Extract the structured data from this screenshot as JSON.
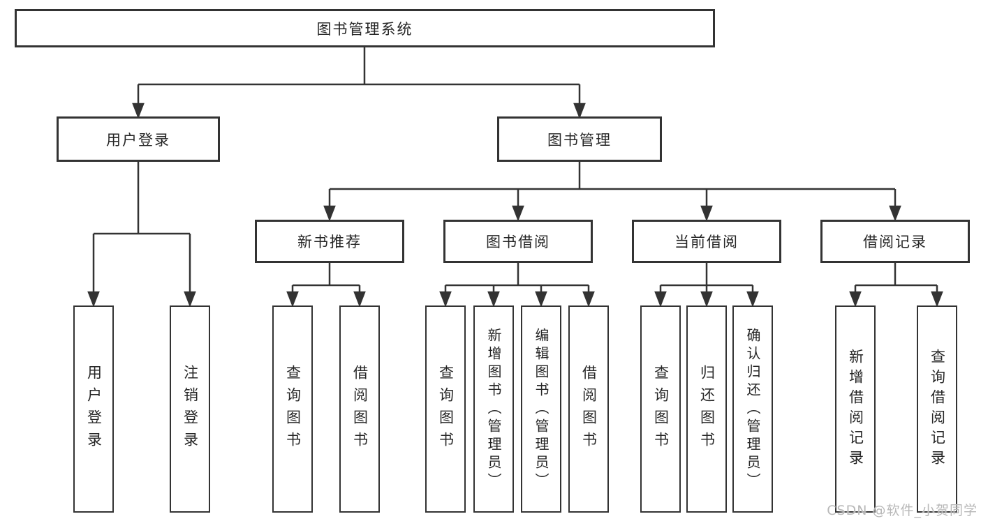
{
  "diagram": {
    "root": {
      "label": "图书管理系统"
    },
    "level2": [
      {
        "id": "user-login",
        "label": "用户登录"
      },
      {
        "id": "book-management",
        "label": "图书管理"
      }
    ],
    "level3": [
      {
        "id": "new-book-recommend",
        "label": "新书推荐"
      },
      {
        "id": "book-borrow",
        "label": "图书借阅"
      },
      {
        "id": "current-borrow",
        "label": "当前借阅"
      },
      {
        "id": "borrow-records",
        "label": "借阅记录"
      }
    ],
    "leaves": {
      "user_login": [
        {
          "label": "用户登录"
        },
        {
          "label": "注销登录"
        }
      ],
      "new_book_recommend": [
        {
          "label": "查询图书"
        },
        {
          "label": "借阅图书"
        }
      ],
      "book_borrow": [
        {
          "label": "查询图书"
        },
        {
          "label": "新增图书（管理员）"
        },
        {
          "label": "编辑图书（管理员）"
        },
        {
          "label": "借阅图书"
        }
      ],
      "current_borrow": [
        {
          "label": "查询图书"
        },
        {
          "label": "归还图书"
        },
        {
          "label": "确认归还（管理员）"
        }
      ],
      "borrow_records": [
        {
          "label": "新增借阅记录"
        },
        {
          "label": "查询借阅记录"
        }
      ]
    },
    "watermark": "CSDN @软件_小贺同学",
    "colors": {
      "line": "#333333",
      "box_border": "#333333",
      "text": "#262626",
      "background": "#ffffff",
      "watermark": "#b8b8b8"
    }
  }
}
